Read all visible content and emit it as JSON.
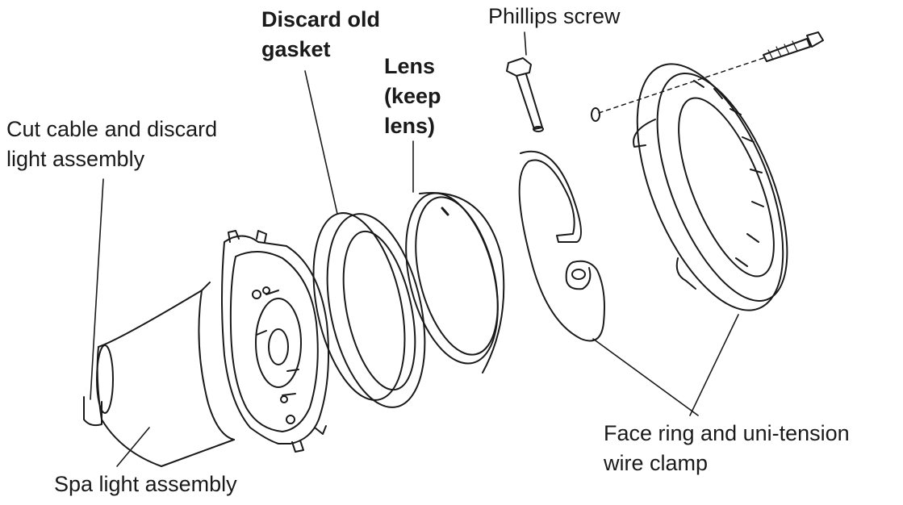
{
  "labels": {
    "cut_cable": [
      "Cut cable and discard",
      "light assembly"
    ],
    "discard_gasket": [
      "Discard old",
      "gasket"
    ],
    "lens": [
      "Lens",
      "(keep",
      "lens)"
    ],
    "phillips_screw": [
      "Phillips screw"
    ],
    "face_ring": [
      "Face ring and uni-tension",
      "wire clamp"
    ],
    "spa_light": [
      "Spa light assembly"
    ]
  },
  "colors": {
    "ink": "#1a1a1a",
    "background": "#ffffff"
  }
}
